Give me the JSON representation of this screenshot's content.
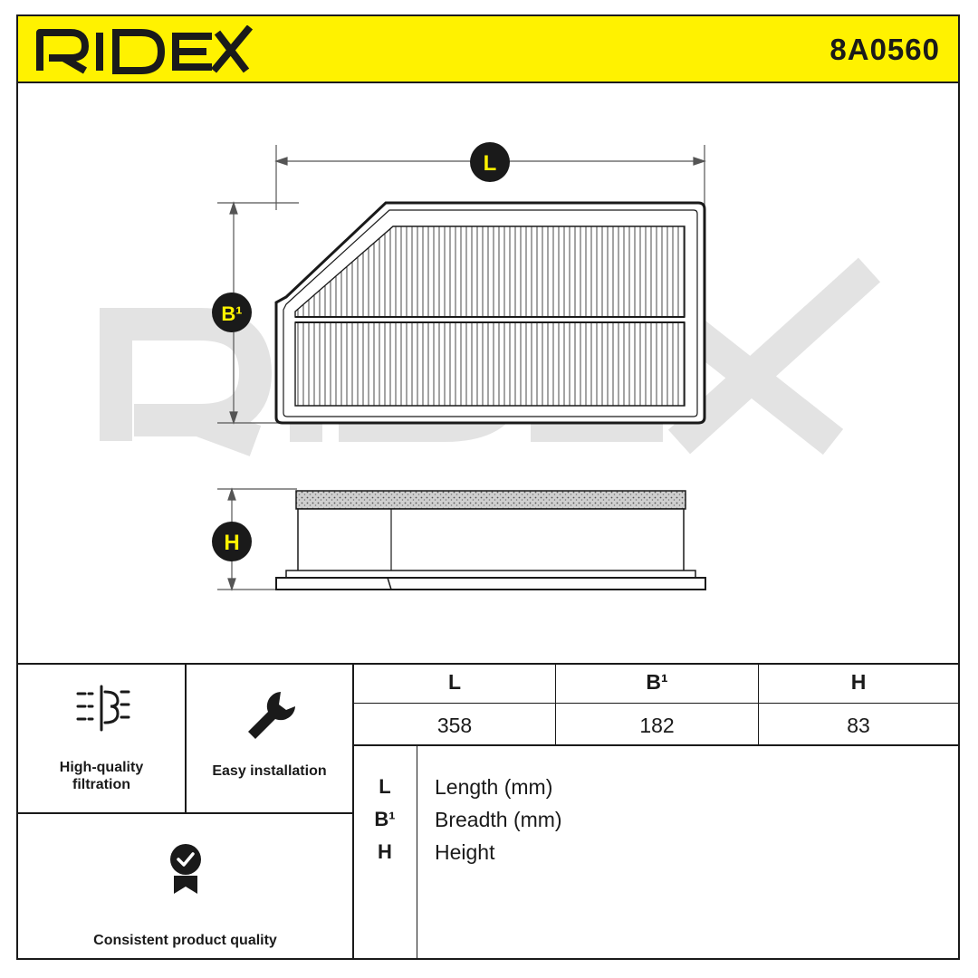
{
  "header": {
    "brand": "RIDEX",
    "part_number": "8A0560",
    "background_color": "#fff200"
  },
  "drawing": {
    "watermark": "RIDEX",
    "dimension_badges": {
      "length": "L",
      "breadth": "B¹",
      "height": "H"
    },
    "badge_color": "#1a1a1a",
    "badge_text_color": "#fff200"
  },
  "features": [
    {
      "icon": "filtration-icon",
      "label_line1": "High-quality",
      "label_line2": "filtration"
    },
    {
      "icon": "wrench-icon",
      "label_line1": "Easy installation"
    },
    {
      "icon": "quality-badge-icon",
      "label_line1": "Consistent product quality"
    }
  ],
  "dimensions_table": {
    "headers": [
      "L",
      "B¹",
      "H"
    ],
    "values": [
      "358",
      "182",
      "83"
    ]
  },
  "legend": [
    {
      "key": "L",
      "description": "Length (mm)"
    },
    {
      "key": "B¹",
      "description": "Breadth (mm)"
    },
    {
      "key": "H",
      "description": "Height"
    }
  ]
}
